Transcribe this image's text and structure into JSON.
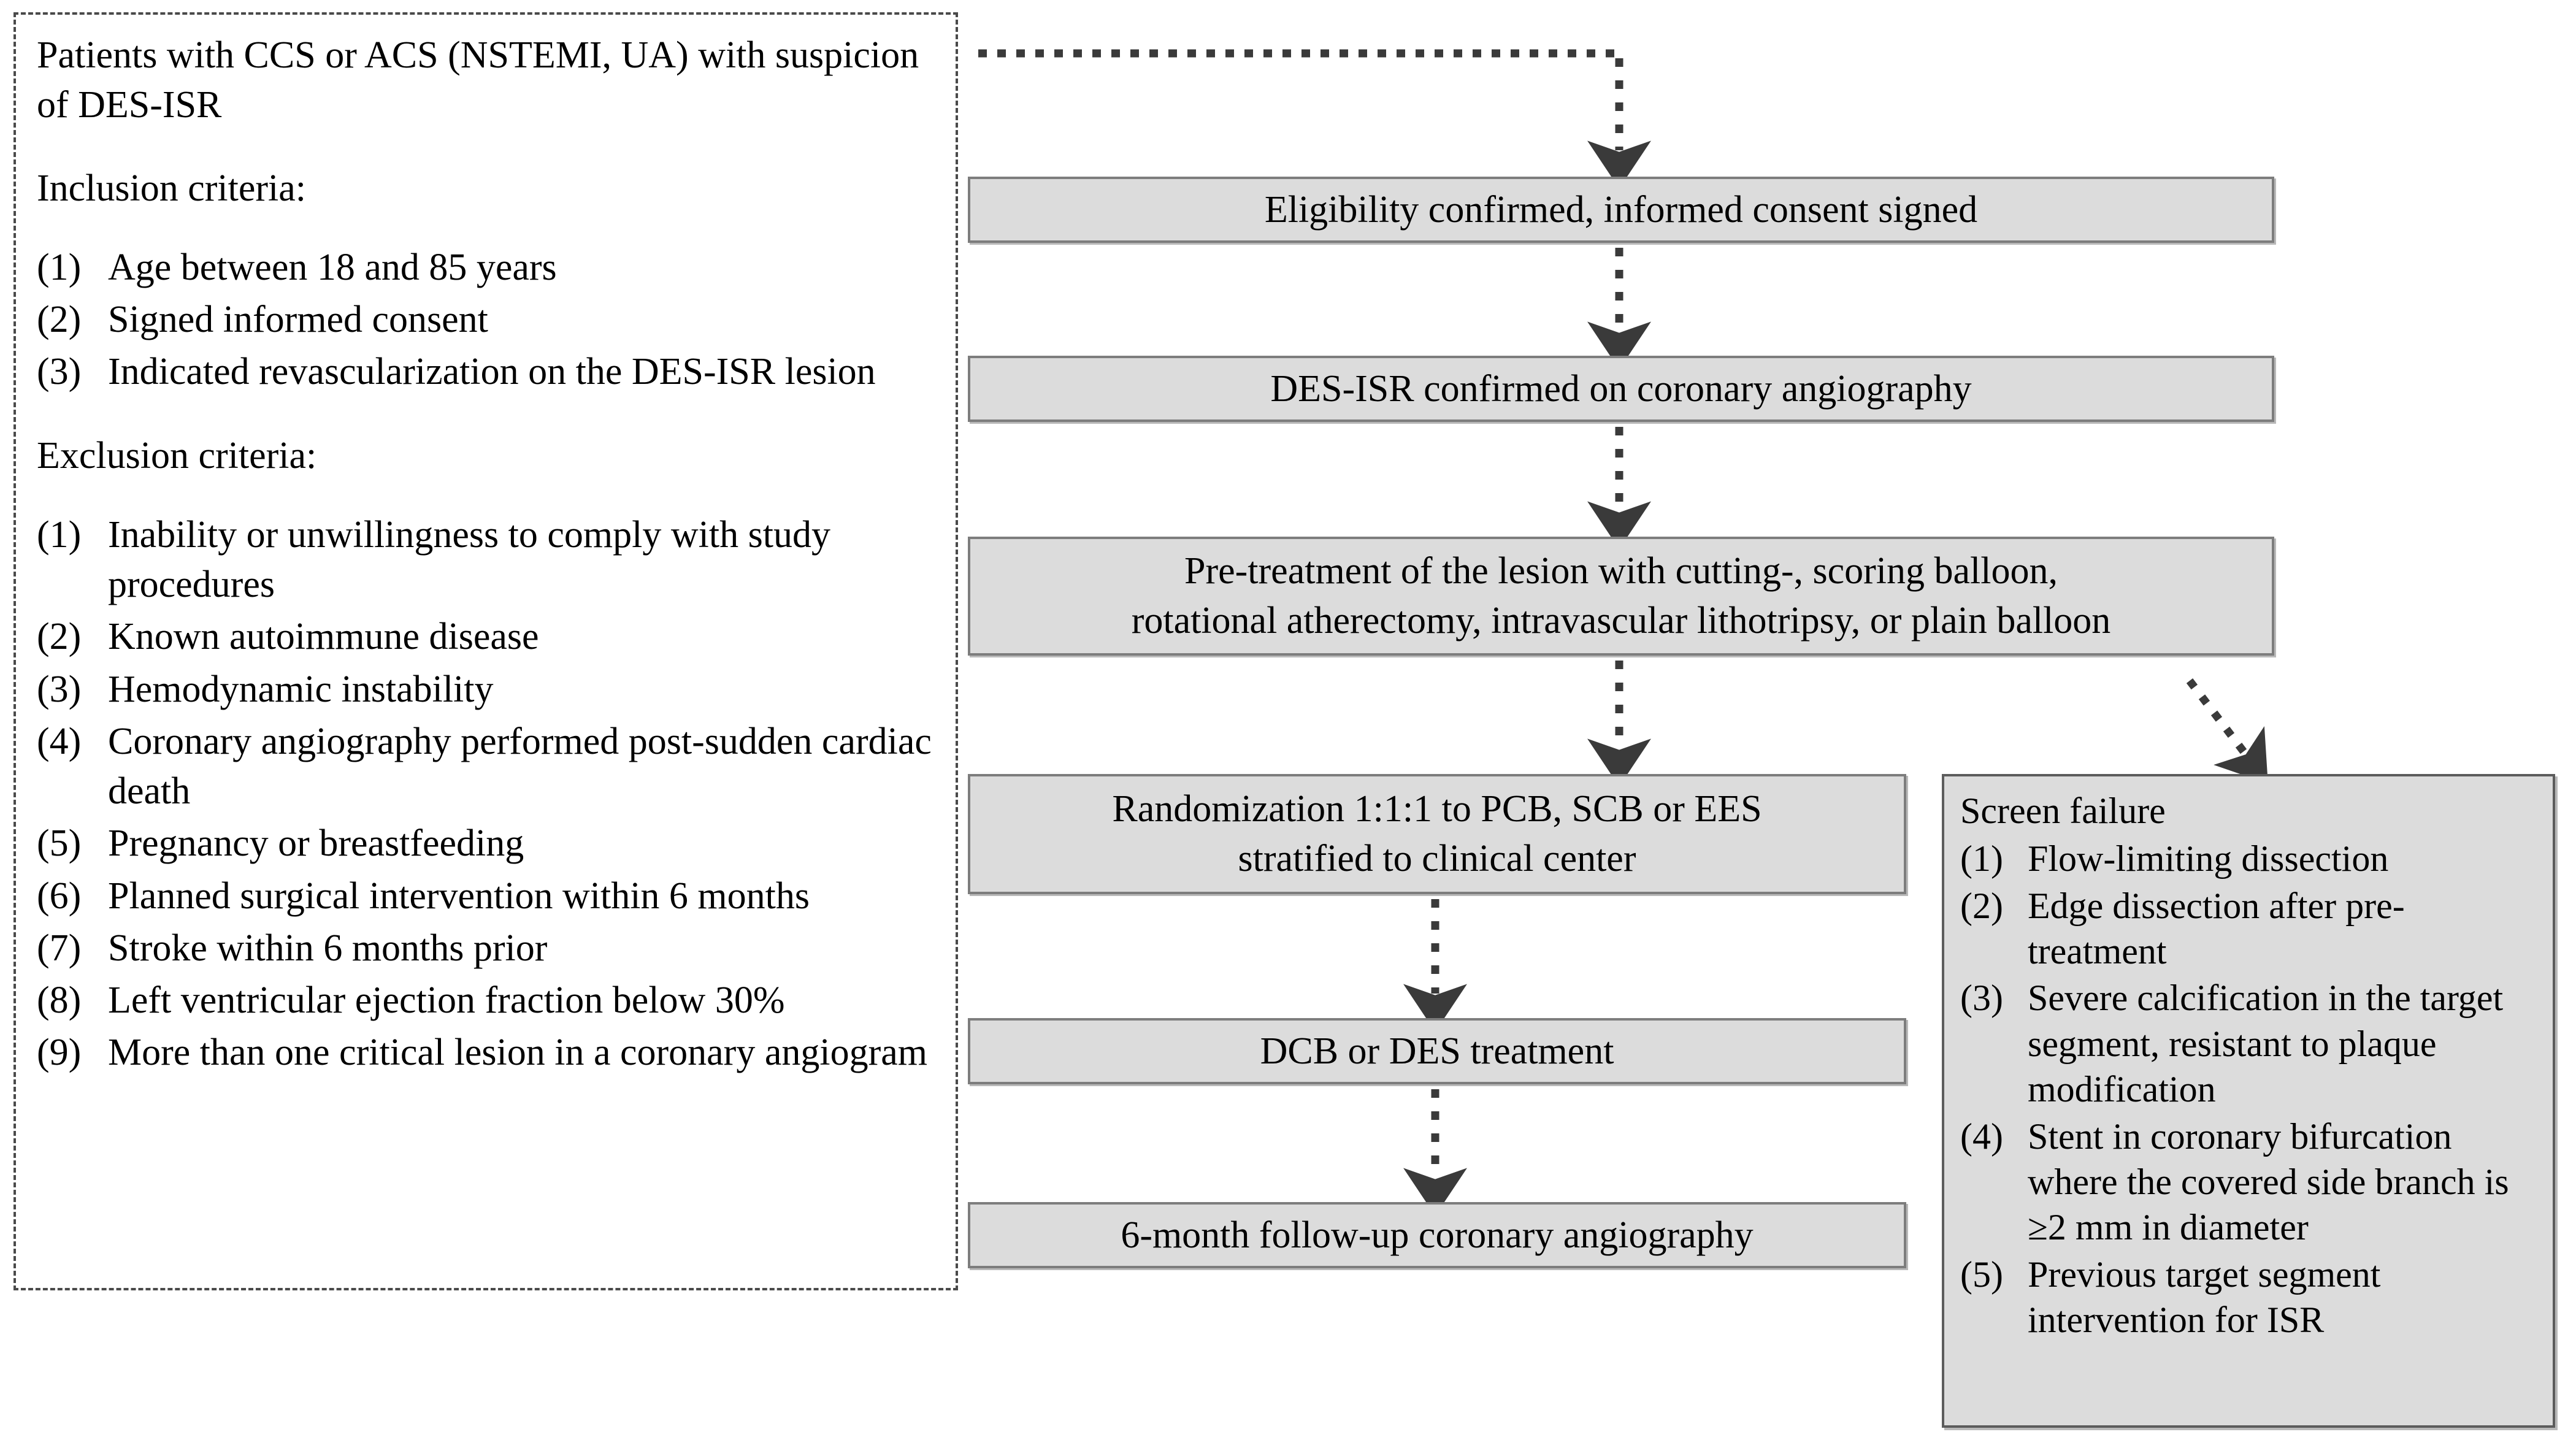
{
  "criteria_panel": {
    "intro": "Patients with CCS or ACS (NSTEMI, UA) with suspicion of DES-ISR",
    "inclusion_label": "Inclusion criteria:",
    "inclusion": [
      {
        "num": "(1)",
        "text": "Age between 18 and 85 years"
      },
      {
        "num": "(2)",
        "text": "Signed informed consent"
      },
      {
        "num": "(3)",
        "text": "Indicated revascularization on the DES-ISR lesion"
      }
    ],
    "exclusion_label": "Exclusion criteria:",
    "exclusion": [
      {
        "num": "(1)",
        "text": "Inability or unwillingness to comply with study procedures"
      },
      {
        "num": "(2)",
        "text": "Known autoimmune disease"
      },
      {
        "num": "(3)",
        "text": "Hemodynamic instability"
      },
      {
        "num": "(4)",
        "text": "Coronary angiography performed post-sudden cardiac death"
      },
      {
        "num": "(5)",
        "text": "Pregnancy or breastfeeding"
      },
      {
        "num": "(6)",
        "text": "Planned surgical intervention within 6 months"
      },
      {
        "num": "(7)",
        "text": "Stroke within 6 months prior"
      },
      {
        "num": "(8)",
        "text": "Left ventricular ejection fraction below 30%"
      },
      {
        "num": "(9)",
        "text": "More than one critical lesion in a coronary angiogram"
      }
    ]
  },
  "flow": {
    "eligibility": "Eligibility confirmed, informed consent signed",
    "des_isr_confirmed": "DES-ISR confirmed on coronary angiography",
    "pretreatment_line1": "Pre-treatment of the lesion with cutting-, scoring balloon,",
    "pretreatment_line2": "rotational atherectomy, intravascular lithotripsy, or plain balloon",
    "randomization_line1": "Randomization 1:1:1 to PCB, SCB or EES",
    "randomization_line2": "stratified to clinical center",
    "treatment": "DCB or DES treatment",
    "followup": "6-month follow-up coronary angiography"
  },
  "screen_failure": {
    "title": "Screen failure",
    "items": [
      {
        "num": "(1)",
        "text": "Flow-limiting dissection"
      },
      {
        "num": "(2)",
        "text": "Edge dissection after pre-treatment"
      },
      {
        "num": "(3)",
        "text": "Severe calcification in the target segment, resistant to plaque modification"
      },
      {
        "num": "(4)",
        "text": "Stent in coronary bifurcation where the covered side branch is ≥2 mm in diameter"
      },
      {
        "num": "(5)",
        "text": "Previous target segment intervention for ISR"
      }
    ]
  },
  "colors": {
    "box_fill": "#dcdcdc",
    "box_border": "#7d7d7d",
    "screenfail_border": "#5c5c5c",
    "dashed_border": "#4a4a4a",
    "connector": "#3a3a3a",
    "background": "#ffffff",
    "text": "#000000"
  },
  "connectors": {
    "arrow_style": "dotted",
    "count": 7,
    "labels": [
      "criteria-to-eligibility",
      "eligibility-to-desisr",
      "desisr-to-pretreatment",
      "pretreatment-to-randomization",
      "pretreatment-to-screenfailure",
      "randomization-to-treatment",
      "treatment-to-followup"
    ]
  }
}
